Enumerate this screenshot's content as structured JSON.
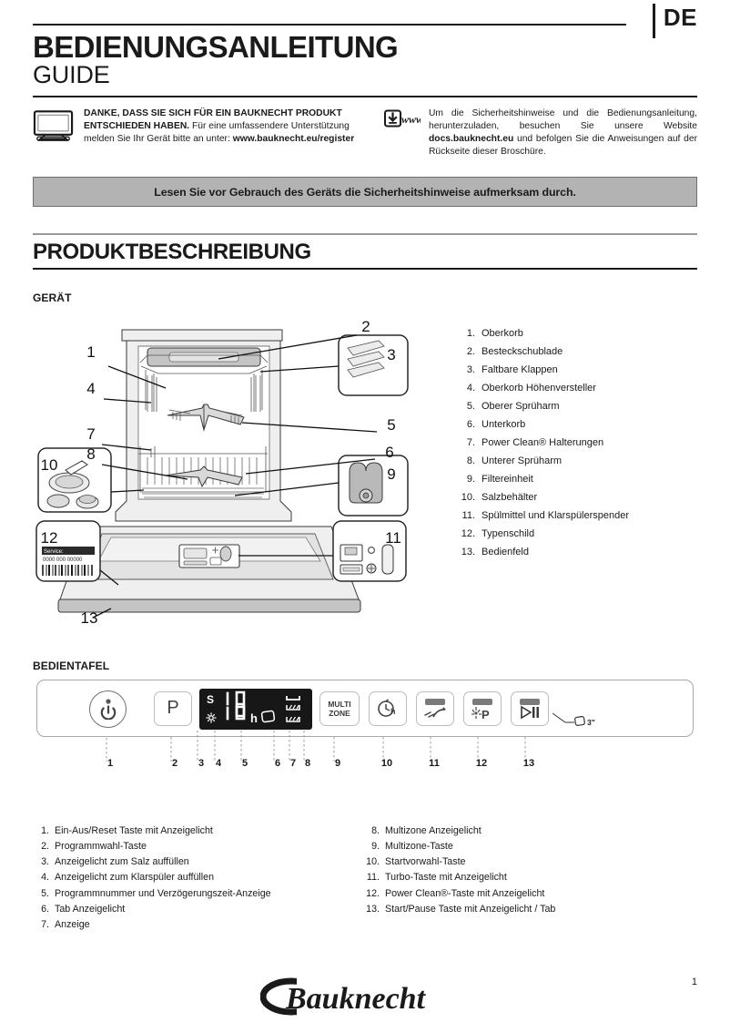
{
  "header": {
    "title": "BEDIENUNGSANLEITUNG",
    "subtitle": "GUIDE",
    "language_badge": "DE"
  },
  "intro": {
    "left": {
      "icon": "monitor-icon",
      "bold_lead": "DANKE, DASS SIE SICH FÜR EIN BAUKNECHT PRODUKT ENTSCHIEDEN HABEN.",
      "body": " Für eine umfassendere Unterstützung melden Sie Ihr Gerät bitte an unter: ",
      "link": "www.bauknecht.eu/register"
    },
    "right": {
      "icon": "download-www-icon",
      "part1": "Um die Sicherheitshinweise und die Bedienungsanleitung, herunterzuladen, besuchen Sie unsere Website ",
      "bold": "docs.bauknecht.eu",
      "part2": " und befolgen Sie die Anweisungen auf der Rückseite dieser Broschüre."
    }
  },
  "warning_bar": "Lesen Sie vor Gebrauch des Geräts die Sicherheitshinweise  aufmerksam durch.",
  "sections": {
    "product_description": "PRODUKTBESCHREIBUNG",
    "appliance": "GERÄT",
    "control_panel": "BEDIENTAFEL"
  },
  "appliance_parts": [
    {
      "num": "1.",
      "label": "Oberkorb"
    },
    {
      "num": "2.",
      "label": "Besteckschublade"
    },
    {
      "num": "3.",
      "label": "Faltbare Klappen"
    },
    {
      "num": "4.",
      "label": "Oberkorb Höhenversteller"
    },
    {
      "num": "5.",
      "label": "Oberer Sprüharm"
    },
    {
      "num": "6.",
      "label": "Unterkorb"
    },
    {
      "num": "7.",
      "label": "Power Clean® Halterungen"
    },
    {
      "num": "8.",
      "label": "Unterer Sprüharm"
    },
    {
      "num": "9.",
      "label": "Filtereinheit"
    },
    {
      "num": "10.",
      "label": "Salzbehälter"
    },
    {
      "num": "11.",
      "label": "Spülmittel und Klarspülerspender"
    },
    {
      "num": "12.",
      "label": "Typenschild"
    },
    {
      "num": "13.",
      "label": "Bedienfeld"
    }
  ],
  "diagram_callouts": [
    "1",
    "2",
    "3",
    "4",
    "5",
    "6",
    "7",
    "8",
    "9",
    "10",
    "11",
    "12",
    "13"
  ],
  "diagram_labels": {
    "service_tag_title": "Service:",
    "service_tag_code": "0000 000 00000"
  },
  "control_panel": {
    "buttons": {
      "power": "power-icon",
      "program": "P",
      "multizone_line1": "MULTI",
      "multizone_line2": "ZONE",
      "delay": "clock-h-icon",
      "turbo": "turbo-icon",
      "powerclean": "P",
      "startpause": "play-pause-icon"
    },
    "lcd": {
      "salt": "S",
      "rinse_aid": "sun-icon",
      "digit_top": "10",
      "digit_bottom": "10",
      "hours": "h",
      "tab": "tab-icon",
      "zone_upper": "upper-basket-icon",
      "zone_mid": "mid-basket-icon",
      "zone_lower": "lower-basket-icon"
    },
    "tab_marker": "3\"",
    "numbers": [
      "1",
      "2",
      "3",
      "4",
      "5",
      "6",
      "7",
      "8",
      "9",
      "10",
      "11",
      "12",
      "13"
    ]
  },
  "control_legend_left": [
    {
      "num": "1.",
      "label": "Ein-Aus/Reset Taste mit Anzeigelicht"
    },
    {
      "num": "2.",
      "label": "Programmwahl-Taste"
    },
    {
      "num": "3.",
      "label": "Anzeigelicht zum Salz auffüllen"
    },
    {
      "num": "4.",
      "label": "Anzeigelicht zum Klarspüler auffüllen"
    },
    {
      "num": "5.",
      "label": "Programmnummer und Verzögerungszeit-Anzeige"
    },
    {
      "num": "6.",
      "label": "Tab Anzeigelicht"
    },
    {
      "num": "7.",
      "label": "Anzeige"
    }
  ],
  "control_legend_right": [
    {
      "num": "8.",
      "label": "Multizone Anzeigelicht"
    },
    {
      "num": "9.",
      "label": "Multizone-Taste"
    },
    {
      "num": "10.",
      "label": "Startvorwahl-Taste"
    },
    {
      "num": "11.",
      "label": "Turbo-Taste mit Anzeigelicht"
    },
    {
      "num": "12.",
      "label": "Power Clean®-Taste mit Anzeigelicht"
    },
    {
      "num": "13.",
      "label": "Start/Pause Taste mit Anzeigelicht / Tab"
    }
  ],
  "footer": {
    "page_number": "1",
    "brand": "Bauknecht"
  },
  "colors": {
    "ink": "#1a1a1a",
    "warn_bg": "#b3b3b3",
    "lcd_bg": "#171717",
    "rule_grey": "#9a9a9a"
  }
}
